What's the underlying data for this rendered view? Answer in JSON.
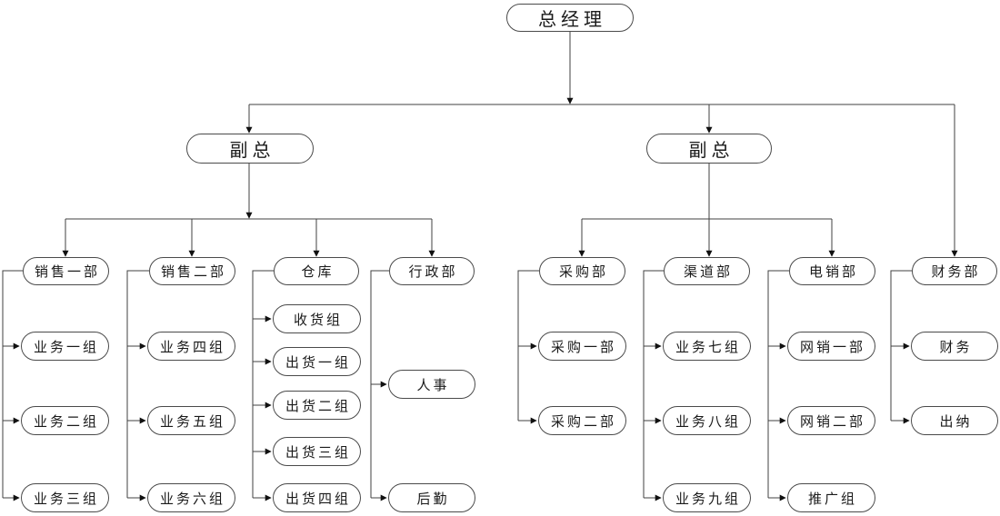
{
  "org_chart": {
    "root": {
      "label": "总经理"
    },
    "vice_presidents": [
      {
        "label": "副总"
      },
      {
        "label": "副总"
      }
    ],
    "departments": [
      {
        "label": "销售一部",
        "children": [
          "业务一组",
          "业务二组",
          "业务三组"
        ]
      },
      {
        "label": "销售二部",
        "children": [
          "业务四组",
          "业务五组",
          "业务六组"
        ]
      },
      {
        "label": "仓库",
        "children": [
          "收货组",
          "出货一组",
          "出货二组",
          "出货三组",
          "出货四组"
        ]
      },
      {
        "label": "行政部",
        "children": [
          "人事",
          "后勤"
        ]
      },
      {
        "label": "采购部",
        "children": [
          "采购一部",
          "采购二部"
        ]
      },
      {
        "label": "渠道部",
        "children": [
          "业务七组",
          "业务八组",
          "业务九组"
        ]
      },
      {
        "label": "电销部",
        "children": [
          "网销一部",
          "网销二部",
          "推广组"
        ]
      },
      {
        "label": "财务部",
        "children": [
          "财务",
          "出纳"
        ]
      }
    ],
    "colors": {
      "background": "#ffffff",
      "node_fill": "#ffffff",
      "node_border": "#4a4a4a",
      "text": "#1a1a1a",
      "line": "#404040",
      "arrowhead": "#111111"
    }
  }
}
